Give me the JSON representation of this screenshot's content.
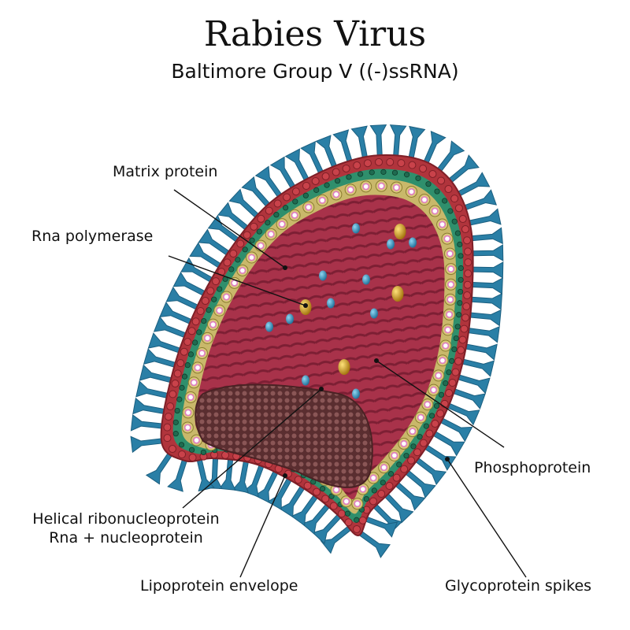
{
  "title": "Rabies Virus",
  "subtitle": "Baltimore Group V ((-)ssRNA)",
  "labels": {
    "matrix_protein": "Matrix protein",
    "rna_polymerase": "Rna polymerase",
    "phosphoprotein": "Phosphoprotein",
    "helical_line1": "Helical ribonucleoprotein",
    "helical_line2": "Rna + nucleoprotein",
    "lipoprotein_envelope": "Lipoprotein envelope",
    "glycoprotein_spikes": "Glycoprotein spikes"
  },
  "colors": {
    "spike": "#2a7fa6",
    "spike_dark": "#1b5f80",
    "outer_membrane": "#b0343c",
    "green_layer": "#2f8f6c",
    "matrix_ring": "#d9c97a",
    "interior": "#a8324a",
    "interior_stripe": "#7d1f34",
    "rnp_core": "#6e3a3a",
    "phosphoprotein": "#3a9fc8",
    "polymerase": "#d8a81c"
  }
}
